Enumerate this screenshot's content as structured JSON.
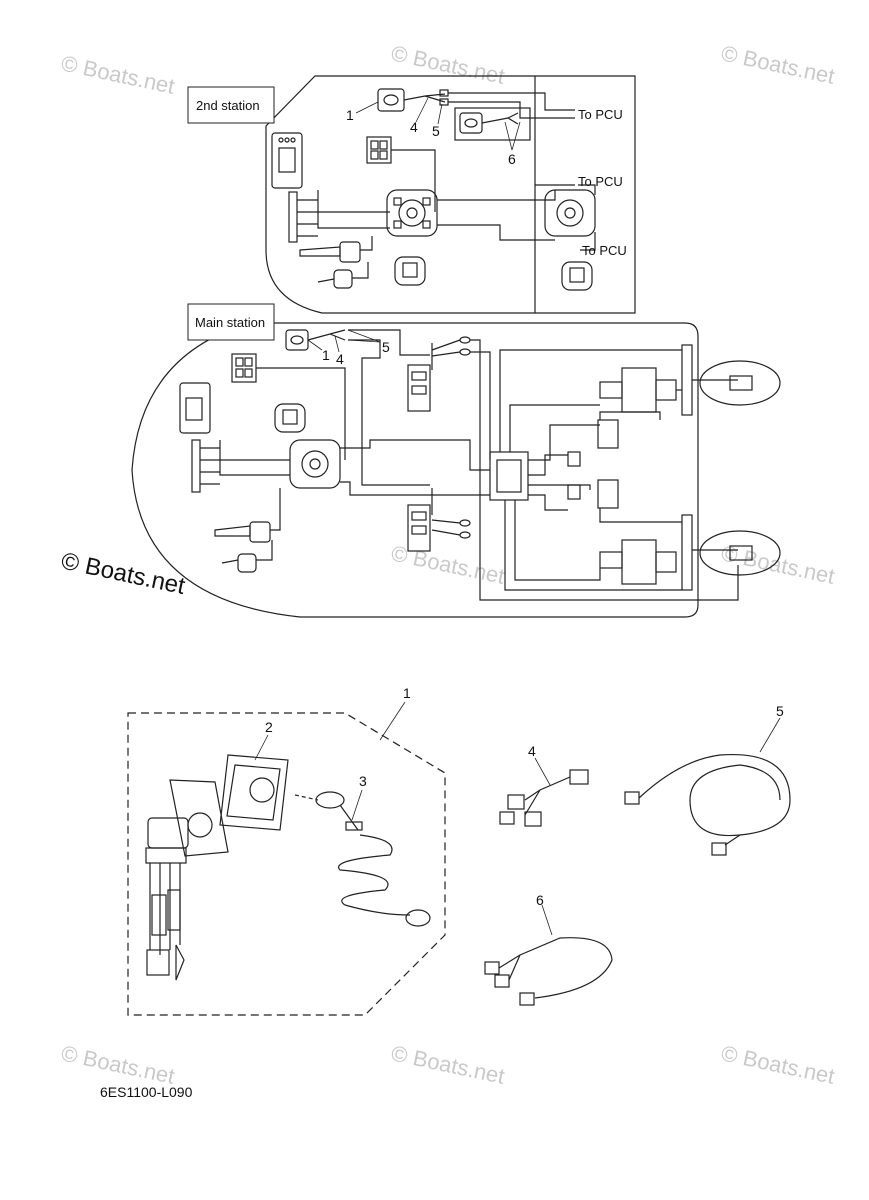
{
  "diagram": {
    "station_labels": {
      "second": "2nd station",
      "main": "Main station"
    },
    "pcu_labels": [
      "To PCU",
      "To PCU",
      "To PCU"
    ],
    "callouts_upper": [
      "1",
      "4",
      "5",
      "6"
    ],
    "callouts_main": [
      "1",
      "4",
      "5"
    ],
    "parts_callouts": [
      "1",
      "2",
      "3",
      "4",
      "5",
      "6"
    ],
    "part_code": "6ES1100-L090",
    "copyright_large": "© Boats.net",
    "watermark": "© Boats.net"
  }
}
